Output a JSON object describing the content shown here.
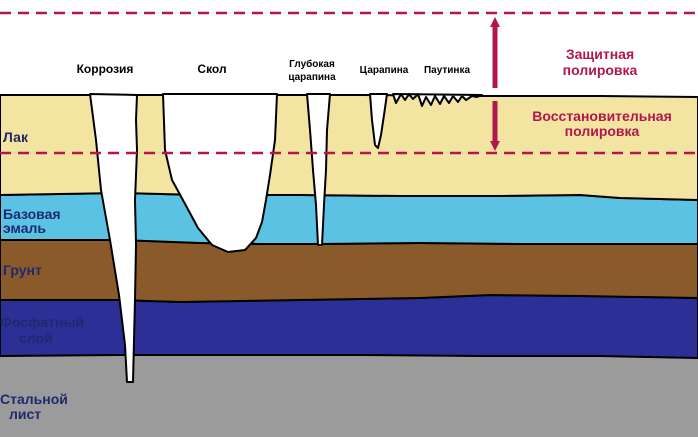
{
  "defects": {
    "corrosion": "Коррозия",
    "chip": "Скол",
    "deep_scratch_line1": "Глубокая",
    "deep_scratch_line2": "царапина",
    "scratch": "Царапина",
    "swirl": "Паутинка"
  },
  "layers": {
    "lacquer": "Лак",
    "base_line1": "Базовая",
    "base_line2": "эмаль",
    "primer": "Грунт",
    "phosphate_line1": "Фосфатный",
    "phosphate_line2": "слой",
    "steel_line1": "Стальной",
    "steel_line2": "лист"
  },
  "polishing": {
    "protective_line1": "Защитная",
    "protective_line2": "полировка",
    "restorative_line1": "Восстановительная",
    "restorative_line2": "полировка"
  },
  "colors": {
    "lacquer": "#F3E4A2",
    "base_enamel": "#5CC2E3",
    "primer": "#8B5A2B",
    "phosphate": "#2B2F96",
    "steel": "#9B9B9B",
    "accent": "#B0174A"
  }
}
